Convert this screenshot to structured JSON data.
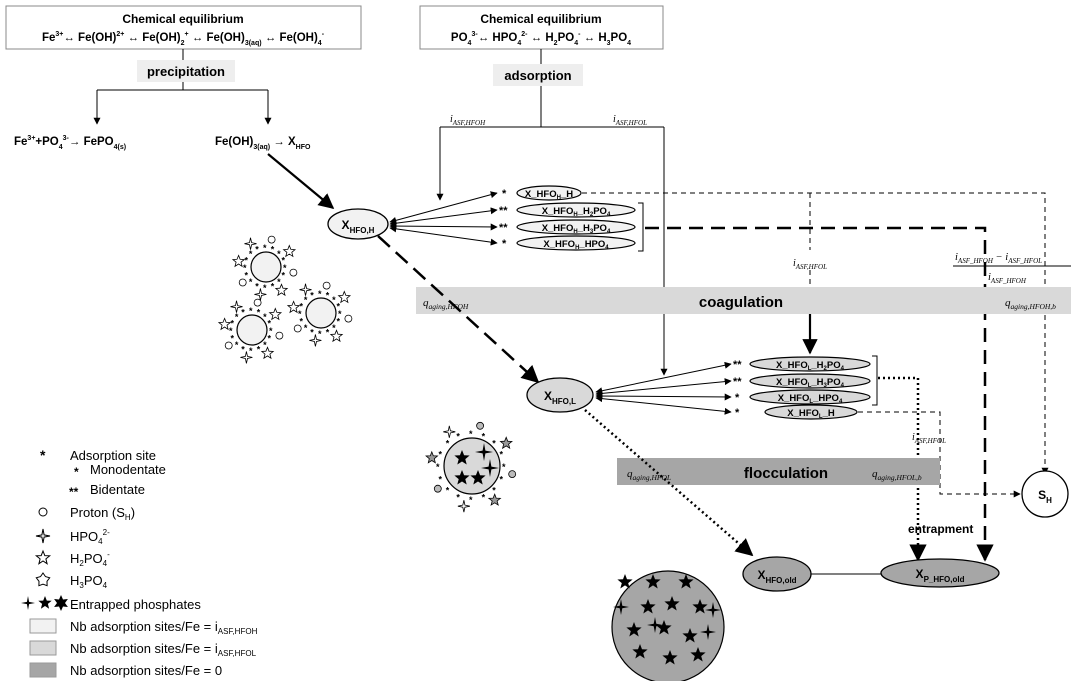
{
  "iron_box": {
    "title": "Chemical equilibrium",
    "equation": "Fe3+ ↔ Fe(OH)2+ ↔ Fe(OH)2+ ↔ Fe(OH)3(aq) ↔ Fe(OH)4-"
  },
  "phosphate_box": {
    "title": "Chemical equilibrium",
    "equation": "PO43- ↔ HPO42- ↔ H2PO4- ↔ H3PO4"
  },
  "labels": {
    "precipitation": "precipitation",
    "adsorption": "adsorption",
    "coagulation": "coagulation",
    "flocculation": "flocculation",
    "entrapment": "entrapment",
    "ferric_phosphate": "Fe3++PO43- → FePO4(s)",
    "hydroxide_to_hfo": "Fe(OH)3(aq) → XHFO"
  },
  "nodes": {
    "x_hfo_h": "XHFO,H",
    "x_hfo_l": "XHFO,L",
    "x_hfo_old": "XHFO,old",
    "x_p_hfo_old": "XP_HFO,old",
    "s_h": "SH"
  },
  "hfo_h_sites": [
    "X_HFOH_H",
    "X_HFOH_H2PO4",
    "X_HFOH_H3PO4",
    "X_HFOH_HPO4"
  ],
  "hfo_h_site_marks": [
    "*",
    "**",
    "**",
    "*"
  ],
  "hfo_l_sites": [
    "X_HFOL_H2PO4",
    "X_HFOL_H3PO4",
    "X_HFOL_HPO4",
    "X_HFOL_H"
  ],
  "hfo_l_site_marks": [
    "**",
    "**",
    "*",
    "*"
  ],
  "rates": {
    "i_asf_hfoh": "iASF,HFOH",
    "i_asf_hfol": "iASF,HFOL",
    "i_asf_hfol_mid": "iASF,HFOL",
    "i_asf_hfol_low": "iASF,HFOL",
    "q_aging_hfoh": "qaging,HFOH",
    "q_aging_hfoh_b": "qaging,HFOH,b",
    "q_aging_hfol": "qaging,HFOL",
    "q_aging_hfol_b": "qaging,HFOL,b",
    "ratio_num": "iASF_HFOH − iASF_HFOL",
    "ratio_den": "iASF_HFOH"
  },
  "legend": {
    "adsorption_site": "Adsorption site",
    "monodentate": "Monodentate",
    "bidentate": "Bidentate",
    "proton": "Proton (SH)",
    "hpo4": "HPO42-",
    "h2po4": "H2PO4-",
    "h3po4": "H3PO4",
    "entrapped": "Entrapped phosphates",
    "sites_hfoh": "Nb adsorption sites/Fe = iASF,HFOH",
    "sites_hfol": "Nb adsorption sites/Fe = iASF,HFOL",
    "sites_zero": "Nb adsorption sites/Fe = 0"
  },
  "colors": {
    "hfo_h_fill": "#f2f2f2",
    "hfo_l_fill": "#d9d9d9",
    "old_fill": "#a6a6a6",
    "coagulation_band": "#d9d9d9",
    "flocculation_band": "#a6a6a6",
    "label_bg": "#eeeeee"
  }
}
